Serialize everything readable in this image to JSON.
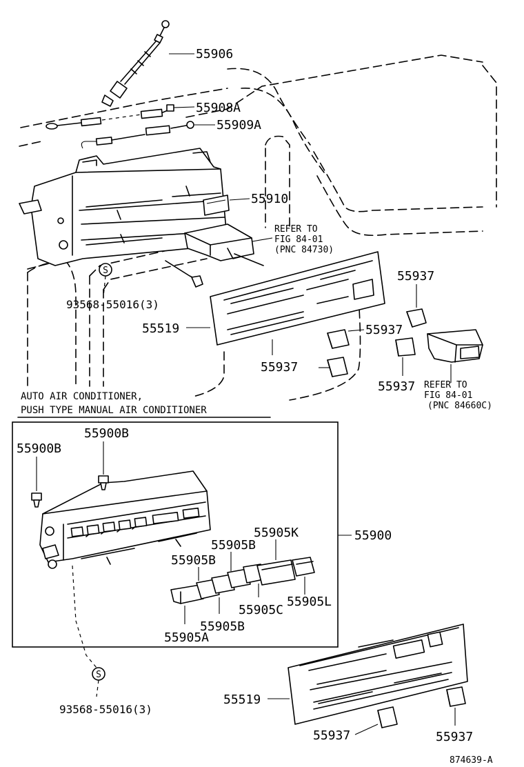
{
  "labels": {
    "p55906": "55906",
    "p55908A": "55908A",
    "p55909A": "55909A",
    "p55910": "55910",
    "p55519_top": "55519",
    "p55519_bottom": "55519",
    "p55937_a": "55937",
    "p55937_b": "55937",
    "p55937_c": "55937",
    "p55937_d": "55937",
    "p55937_e": "55937",
    "p55937_f": "55937",
    "p93568_top": "93568-55016(3)",
    "p93568_bottom": "93568-55016(3)",
    "p55900B_left": "55900B",
    "p55900B_mid": "55900B",
    "p55900": "55900",
    "p55905K": "55905K",
    "p55905B_1": "55905B",
    "p55905B_2": "55905B",
    "p55905B_3": "55905B",
    "p55905C": "55905C",
    "p55905L": "55905L",
    "p55905A": "55905A"
  },
  "refs": {
    "ref1_line1": "REFER TO",
    "ref1_line2": "FIG 84-01",
    "ref1_line3": "(PNC 84730)",
    "ref2_line1": "REFER TO",
    "ref2_line2": "FIG 84-01",
    "ref2_line3": "(PNC 84660C)"
  },
  "caption": {
    "line1": "AUTO AIR CONDITIONER,",
    "line2": "PUSH TYPE MANUAL AIR CONDITIONER"
  },
  "symbols": {
    "s_top": "S",
    "s_bottom": "S"
  },
  "figure_number": "874639-A"
}
